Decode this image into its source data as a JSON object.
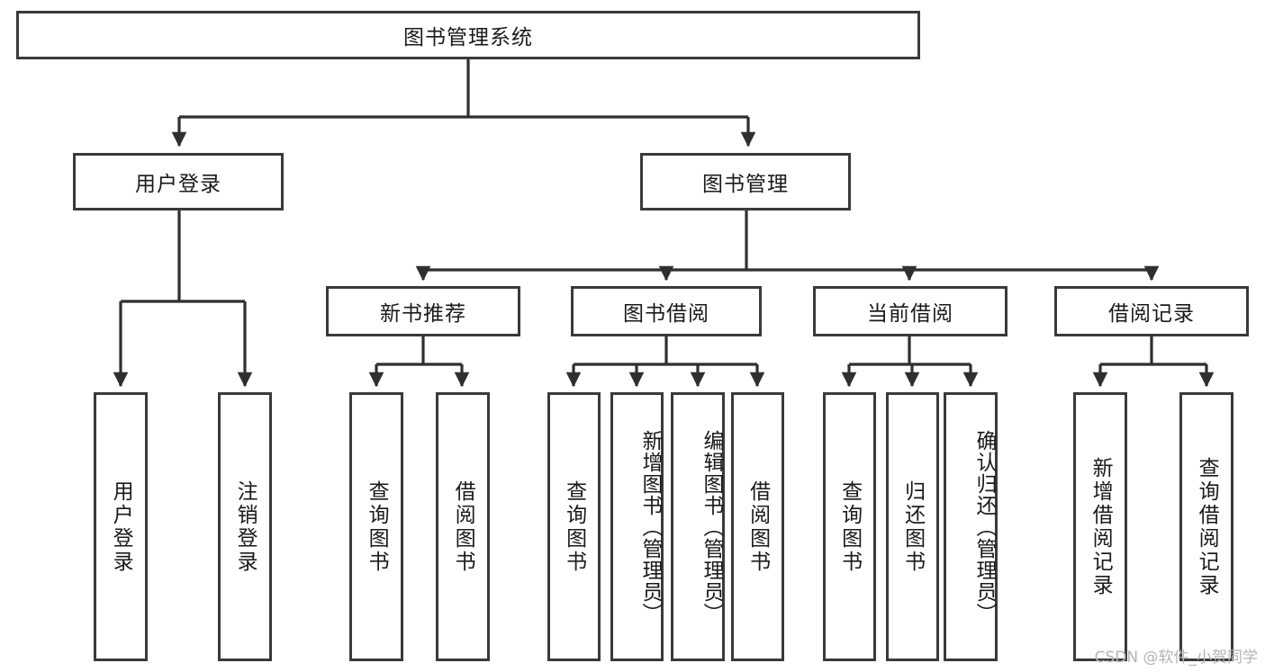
{
  "diagram": {
    "title": "图书管理系统",
    "type": "hierarchy-tree",
    "root": {
      "label": "图书管理系统"
    },
    "level2": [
      {
        "id": "user-login",
        "label": "用户登录"
      },
      {
        "id": "book-management",
        "label": "图书管理"
      }
    ],
    "level3": [
      {
        "id": "new-book-recommend",
        "label": "新书推荐",
        "parent": "book-management"
      },
      {
        "id": "book-borrow",
        "label": "图书借阅",
        "parent": "book-management"
      },
      {
        "id": "current-borrow",
        "label": "当前借阅",
        "parent": "book-management"
      },
      {
        "id": "borrow-record",
        "label": "借阅记录",
        "parent": "book-management"
      }
    ],
    "leaves": {
      "user_login": [
        {
          "id": "leaf-user-login",
          "label": "用户登录"
        },
        {
          "id": "leaf-logout",
          "label": "注销登录"
        }
      ],
      "new_book_recommend": [
        {
          "id": "leaf-query-book-1",
          "label": "查询图书"
        },
        {
          "id": "leaf-borrow-book-1",
          "label": "借阅图书"
        }
      ],
      "book_borrow": [
        {
          "id": "leaf-query-book-2",
          "label": "查询图书"
        },
        {
          "id": "leaf-add-book",
          "label": "新增图书（管理员）"
        },
        {
          "id": "leaf-edit-book",
          "label": "编辑图书（管理员）"
        },
        {
          "id": "leaf-borrow-book-2",
          "label": "借阅图书"
        }
      ],
      "current_borrow": [
        {
          "id": "leaf-query-book-3",
          "label": "查询图书"
        },
        {
          "id": "leaf-return-book",
          "label": "归还图书"
        },
        {
          "id": "leaf-confirm-return",
          "label": "确认归还（管理员）"
        }
      ],
      "borrow_record": [
        {
          "id": "leaf-add-record",
          "label": "新增借阅记录"
        },
        {
          "id": "leaf-query-record",
          "label": "查询借阅记录"
        }
      ]
    },
    "watermark": "CSDN @软件_小贺同学",
    "colors": {
      "box_border": "#3a3a3a",
      "box_fill": "#ffffff",
      "connector": "#2f2f2f",
      "text": "#1a1a1a",
      "watermark": "#b4b4b4",
      "background": "#ffffff"
    }
  }
}
